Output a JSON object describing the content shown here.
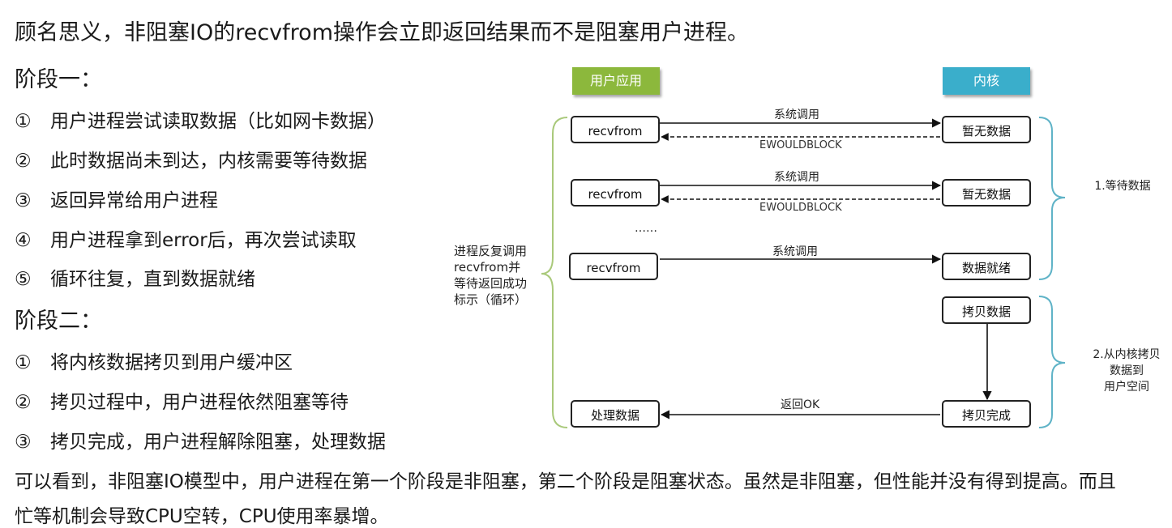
{
  "intro": "顾名思义，非阻塞IO的recvfrom操作会立即返回结果而不是阻塞用户进程。",
  "stage1": {
    "title": "阶段一：",
    "items": [
      {
        "num": "①",
        "text": "用户进程尝试读取数据（比如网卡数据）"
      },
      {
        "num": "②",
        "text": "此时数据尚未到达，内核需要等待数据"
      },
      {
        "num": "③",
        "text": "返回异常给用户进程"
      },
      {
        "num": "④",
        "text": "用户进程拿到error后，再次尝试读取"
      },
      {
        "num": "⑤",
        "text": "循环往复，直到数据就绪"
      }
    ]
  },
  "stage2": {
    "title": "阶段二：",
    "items": [
      {
        "num": "①",
        "text": "将内核数据拷贝到用户缓冲区"
      },
      {
        "num": "②",
        "text": "拷贝过程中，用户进程依然阻塞等待"
      },
      {
        "num": "③",
        "text": "拷贝完成，用户进程解除阻塞，处理数据"
      }
    ]
  },
  "conclusion": {
    "line1": "可以看到，非阻塞IO模型中，用户进程在第一个阶段是非阻塞，第二个阶段是阻塞状态。虽然是非阻塞，但性能并没有得到提高。而且",
    "line2": "忙等机制会导致CPU空转，CPU使用率暴增。"
  },
  "diagram": {
    "header_user": "用户应用",
    "header_kernel": "内核",
    "colors": {
      "user_header": "#8cb83c",
      "kernel_header": "#3aaecb",
      "left_brace": "#a9c97a",
      "right_brace": "#5fb3c7"
    },
    "recv1": "recvfrom",
    "recv2": "recvfrom",
    "recv3": "recvfrom",
    "process": "处理数据",
    "nodata1": "暂无数据",
    "nodata2": "暂无数据",
    "ready": "数据就绪",
    "copy": "拷贝数据",
    "copied": "拷贝完成",
    "syscall1": "系统调用",
    "syscall2": "系统调用",
    "syscall3": "系统调用",
    "ewould1": "EWOULDBLOCK",
    "ewould2": "EWOULDBLOCK",
    "dots": "……",
    "return_ok": "返回OK",
    "left_note": [
      "进程反复调用",
      "recvfrom并",
      "等待返回成功",
      "标示（循环）"
    ],
    "right_note1": "1.等待数据",
    "right_note2": [
      "2.从内核拷贝",
      "数据到",
      "用户空间"
    ]
  }
}
